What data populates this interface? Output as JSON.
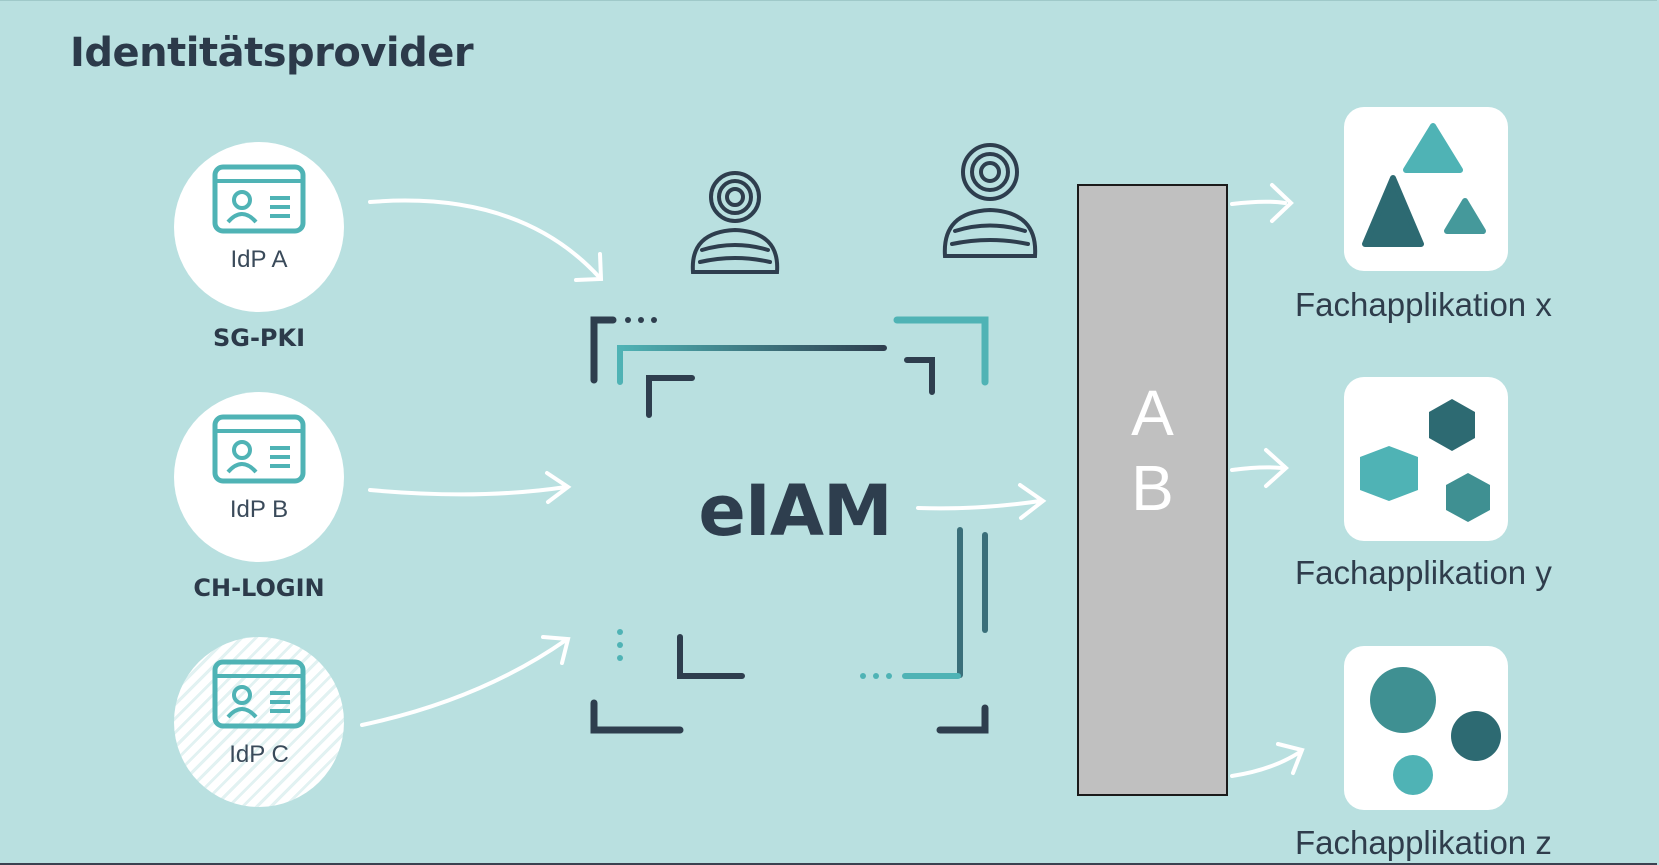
{
  "title": "Identitätsprovider",
  "identity_providers": [
    {
      "label": "IdP A",
      "name": "SG-PKI",
      "icon": "id-card-icon"
    },
    {
      "label": "IdP B",
      "name": "CH-LOGIN",
      "icon": "id-card-icon"
    },
    {
      "label": "IdP C",
      "name": "",
      "icon": "id-card-icon"
    }
  ],
  "center": {
    "label": "eIAM"
  },
  "gateway": {
    "letters": [
      "A",
      "B"
    ]
  },
  "applications": [
    {
      "label": "Fachapplikation x",
      "icon": "triangles-icon"
    },
    {
      "label": "Fachapplikation y",
      "icon": "hexagons-icon"
    },
    {
      "label": "Fachapplikation z",
      "icon": "circles-icon"
    }
  ],
  "colors": {
    "background": "#b9e0e0",
    "teal": "#4fb3b5",
    "dark": "#2e3e4e",
    "gateway": "#c0c0c0"
  }
}
